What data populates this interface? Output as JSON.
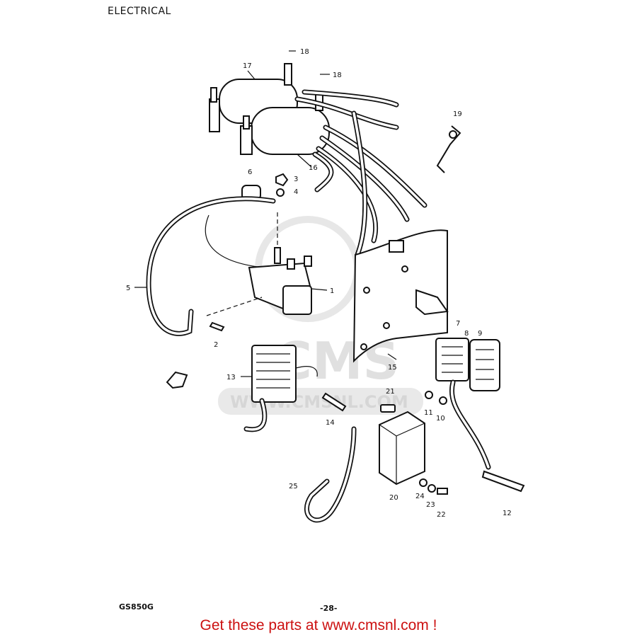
{
  "header": {
    "title": "ELECTRICAL"
  },
  "model": "GS850G",
  "page_number": "-28-",
  "footer": {
    "text": "Get these parts at www.cmsnl.com !"
  },
  "watermark": {
    "logo": "CMS",
    "url": "WWW.CMSNL.COM"
  },
  "colors": {
    "footer": "#cc1111",
    "ink": "#111111",
    "watermark": "#c8c8c8"
  },
  "callouts": [
    "1",
    "2",
    "3",
    "4",
    "5",
    "6",
    "7",
    "8",
    "9",
    "10",
    "11",
    "12",
    "13",
    "14",
    "15",
    "16",
    "17",
    "18",
    "18",
    "19",
    "20",
    "21",
    "22",
    "23",
    "24",
    "25"
  ]
}
